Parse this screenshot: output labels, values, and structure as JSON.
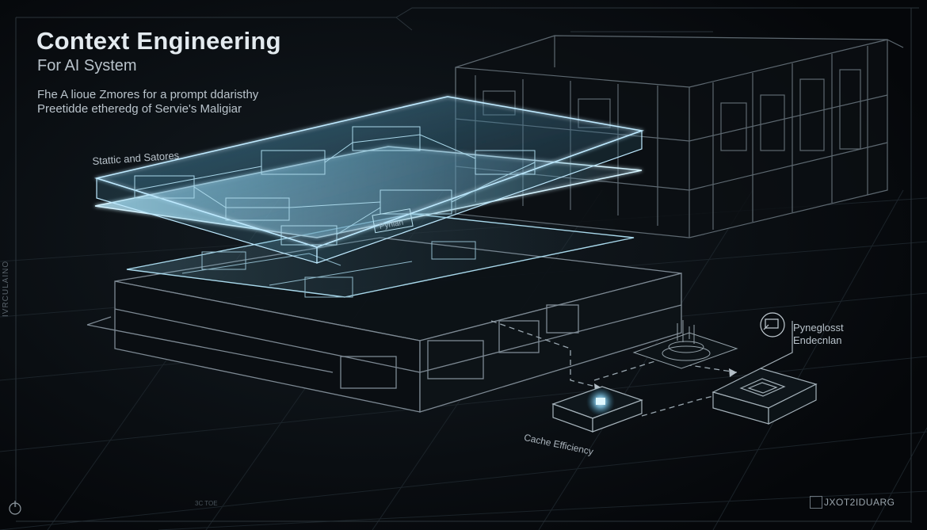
{
  "header": {
    "title": "Context Engineering",
    "subtitle": "For AI System",
    "description_line1": "Fhe A lioue Zmores for a prompt ddaristhy",
    "description_line2": "Preetidde etheredg of Servie's Maligiar"
  },
  "labels": {
    "static_layer": "Stattic and Satores",
    "cache_efficiency": "Cache Efficiency",
    "node_label_line1": "Pyneglosst",
    "node_label_line2": "Endecnlan",
    "layer_tag": "Pynlan",
    "vertical_side": "IVRCULAINO",
    "bottom_mark": "3C TOE"
  },
  "brand": {
    "text": "JXOT2IDUARG"
  },
  "colors": {
    "background": "#06080b",
    "glow": "#9fe0ff",
    "wire": "#8a96a0",
    "grid": "#1b2228"
  },
  "icons": [
    "building-wireframe",
    "cache-module",
    "server-node",
    "expand-corner-icon",
    "power-icon"
  ]
}
